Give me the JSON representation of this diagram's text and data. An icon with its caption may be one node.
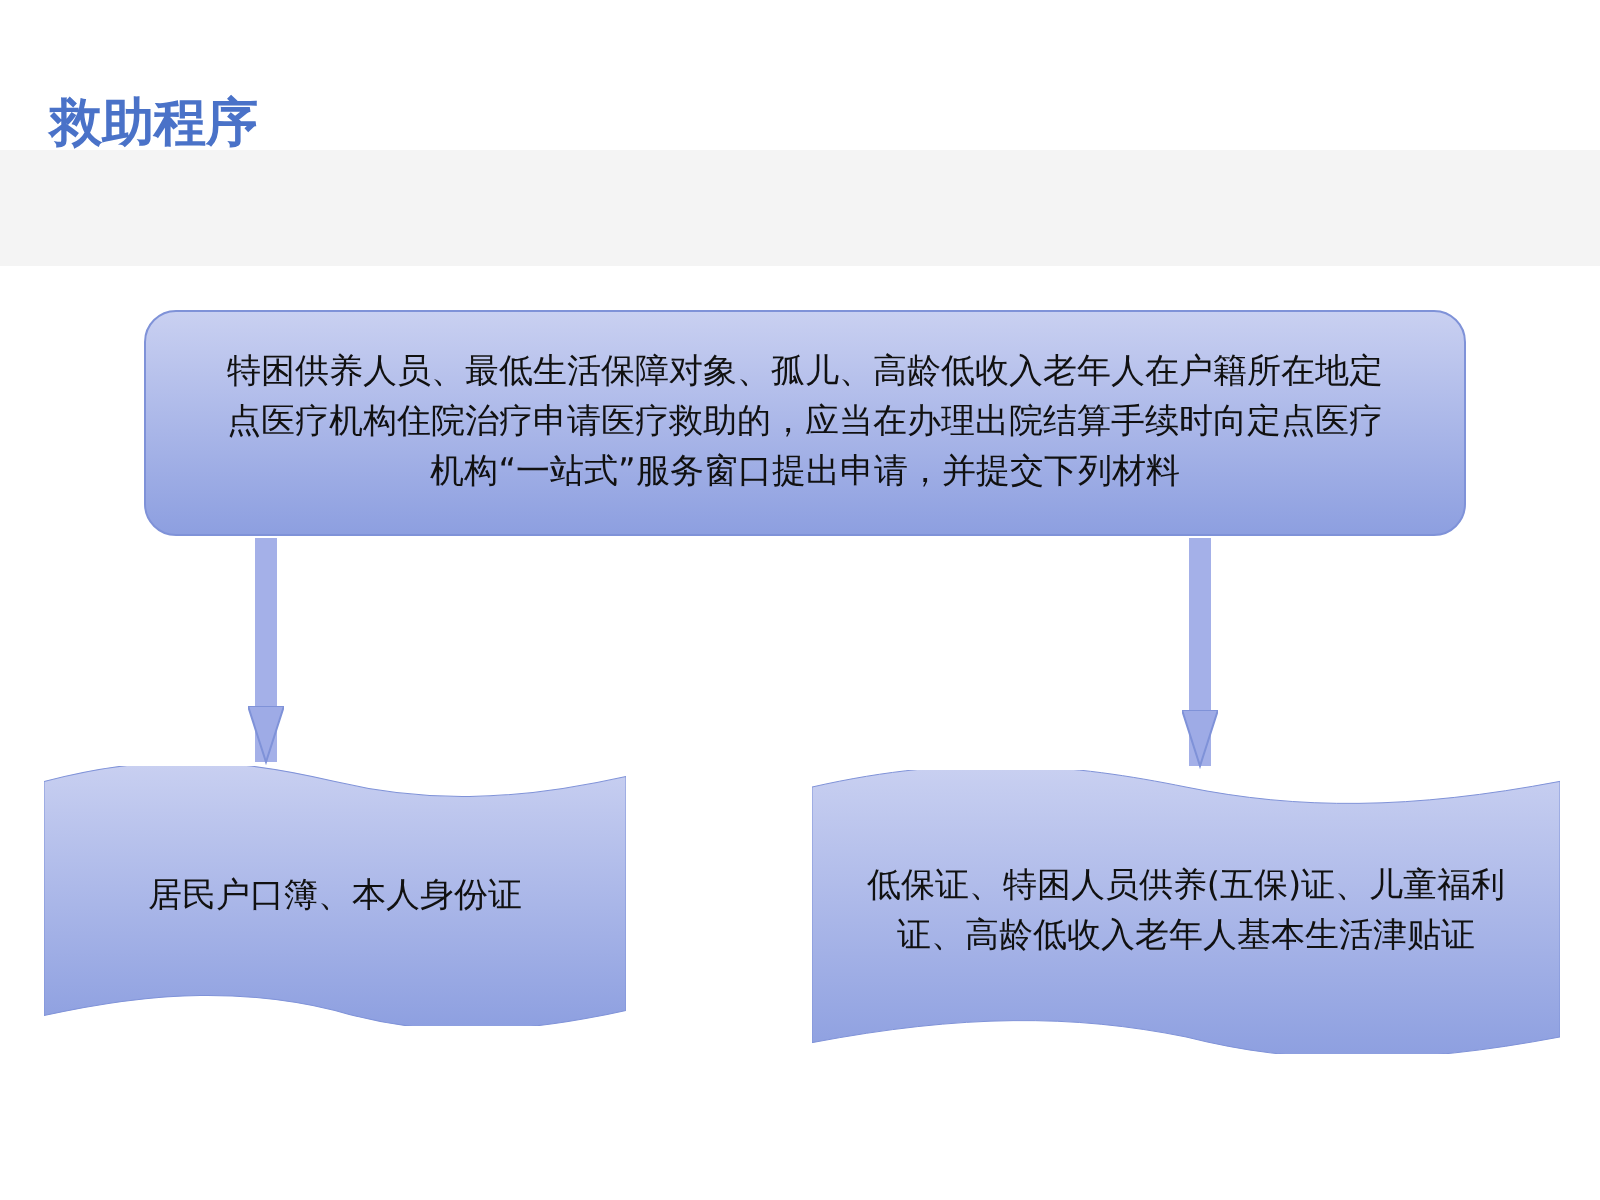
{
  "diagram": {
    "title": "救助程序",
    "nodes": [
      {
        "text": [
          "特困供养人员、最低生活保障对象、孤儿、高龄低收入老年人在户籍所在地定点医疗机构住院治疗申请医疗救助的，应当在办理出院结算手续时向定点医疗机构“一站式”服务窗口提出申请，并提交下列材料"
        ]
      },
      {
        "text": [
          "居民户口簿、本人身份证"
        ]
      },
      {
        "text": [
          "低保证、特困人员供养(五保)证、儿童福利证、高龄低收入老年人基本生活津贴证"
        ]
      }
    ],
    "edges": [
      {
        "from": 0,
        "to": 1,
        "arrow": "to"
      },
      {
        "from": 0,
        "to": 2,
        "arrow": "to"
      }
    ]
  }
}
